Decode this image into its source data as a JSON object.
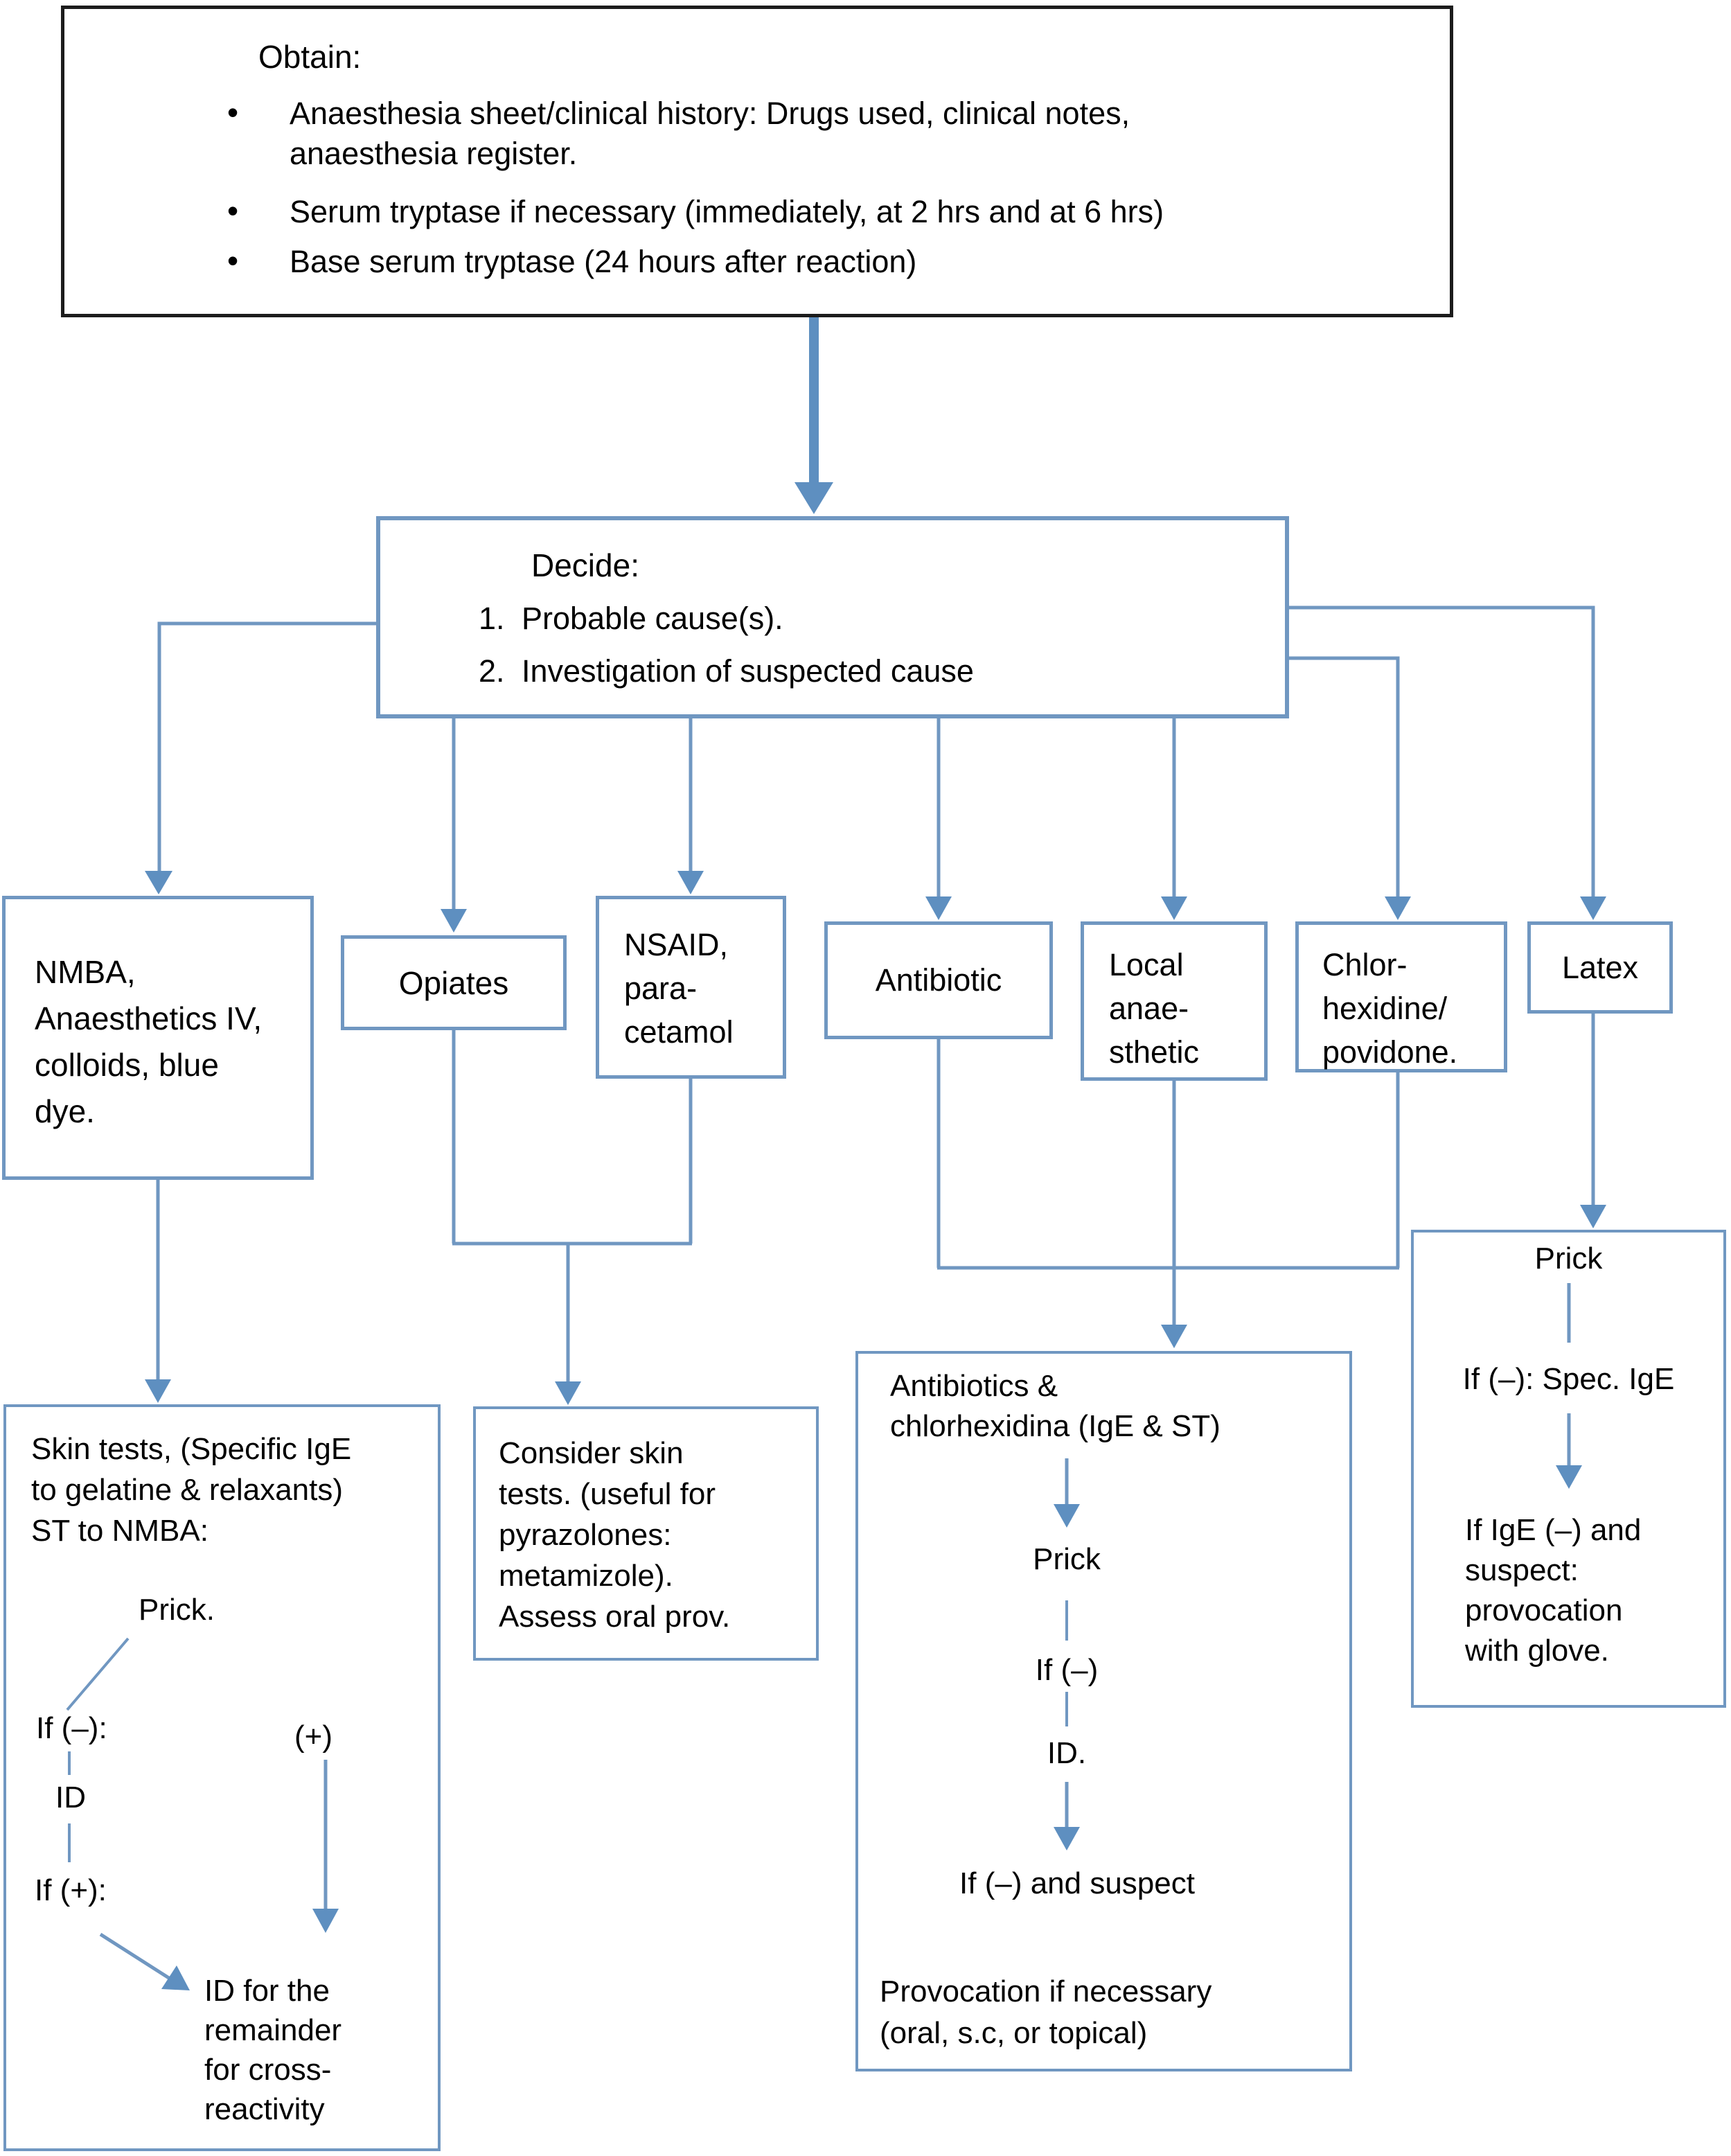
{
  "obtain": {
    "title": "Obtain:",
    "bullet_icon": "•",
    "items": [
      "Anaesthesia sheet/clinical history: Drugs used, clinical notes,\nanaesthesia register.",
      "Serum tryptase if necessary (immediately, at 2 hrs and at 6 hrs)",
      "Base serum tryptase (24 hours after reaction)"
    ]
  },
  "decide": {
    "title": "Decide:",
    "items": [
      {
        "num": "1.",
        "label": "Probable cause(s)."
      },
      {
        "num": "2.",
        "label": "Investigation of suspected cause"
      }
    ]
  },
  "categories": {
    "nmba": "NMBA,\nAnaesthetics IV,\ncolloids, blue\ndye.",
    "opiates": "Opiates",
    "nsaid": "NSAID,\npara-\ncetamol",
    "antibiotic": "Antibiotic",
    "local_anaesthetic": "Local\nanae-\nsthetic",
    "chlorhexidine": "Chlor-\nhexidine/\npovidone.",
    "latex": "Latex"
  },
  "skin_tests_panel": {
    "intro": "Skin tests, (Specific IgE\nto gelatine & relaxants)\nST to NMBA:",
    "prick": "Prick.",
    "if_negative": "If (–):",
    "positive": "(+)",
    "id": "ID",
    "if_positive": "If (+):",
    "remainder": "ID for the\nremainder\nfor cross-\nreactivity"
  },
  "consider_panel": {
    "text": "Consider skin\ntests. (useful for\npyrazolones:\nmetamizole).\nAssess oral prov."
  },
  "antibiotics_panel": {
    "title": "Antibiotics &\nchlorhexidina (IgE & ST)",
    "prick": "Prick",
    "if_negative": "If (–)",
    "id": "ID.",
    "if_negative_suspect": "If (–) and suspect",
    "provocation": "Provocation if necessary\n(oral, s.c, or topical)"
  },
  "latex_panel": {
    "prick": "Prick",
    "if_negative": "If (–): Spec. IgE",
    "if_ige_negative": "If IgE (–) and\nsuspect:\nprovocation\nwith glove."
  },
  "colors": {
    "line_blue": "#7097c1",
    "arrow_blue": "#5e8fc0",
    "box_border_blue": "#7097c1",
    "black_border": "#1c1c1c",
    "text": "#000000",
    "background": "#ffffff"
  }
}
